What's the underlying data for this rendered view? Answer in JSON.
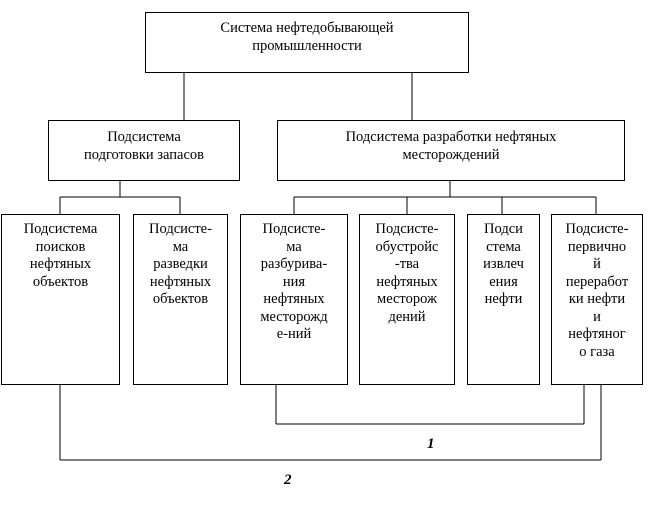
{
  "top": {
    "label": "Система нефтедобывающей\nпромышленности"
  },
  "level2": [
    {
      "label": "Подсистема\nподготовки запасов"
    },
    {
      "label": "Подсистема разработки нефтяных\nместорождений"
    }
  ],
  "level3": [
    {
      "label": "Подсистема\nпоисков\nнефтяных\nобъектов"
    },
    {
      "label": "Подсисте-\nма\nразведки\nнефтяных\nобъектов"
    },
    {
      "label": "Подсисте-\nма\nразбурива-\nния\nнефтяных\nместорожд\nе-ний"
    },
    {
      "label": "Подсисте-\nобустройс\n-тва\nнефтяных\nместорож\nдений"
    },
    {
      "label": "Подси\nстема\nизвлеч\nения\nнефти"
    },
    {
      "label": "Подсисте-\nпервично\nй\nпереработ\nки нефти\nи\nнефтяног\nо газа"
    }
  ],
  "markers": {
    "one": "1",
    "two": "2"
  }
}
